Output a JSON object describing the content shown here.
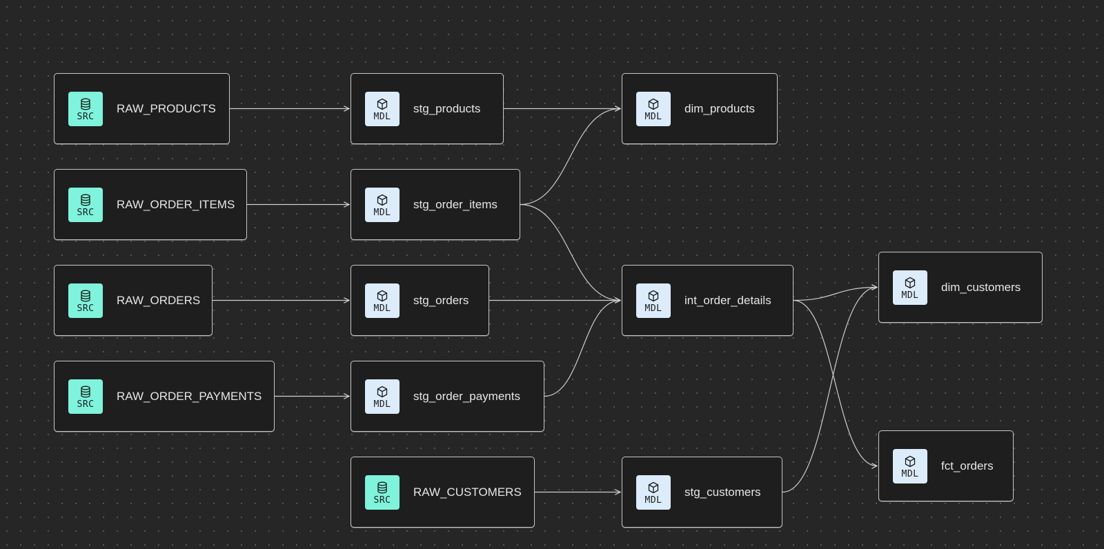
{
  "colors": {
    "background": "#262626",
    "node_fill": "#1e1e1e",
    "node_border": "#c8c8c8",
    "edge": "#cfcfcf",
    "src_badge": "#7ff3dc",
    "mdl_badge": "#dcecfb"
  },
  "badges": {
    "src": "SRC",
    "mdl": "MDL"
  },
  "icons": {
    "src": "database-icon",
    "mdl": "cube-icon"
  },
  "nodes": [
    {
      "id": "raw_products",
      "kind": "src",
      "label": "RAW_PRODUCTS"
    },
    {
      "id": "raw_order_items",
      "kind": "src",
      "label": "RAW_ORDER_ITEMS"
    },
    {
      "id": "raw_orders",
      "kind": "src",
      "label": "RAW_ORDERS"
    },
    {
      "id": "raw_order_payments",
      "kind": "src",
      "label": "RAW_ORDER_PAYMENTS"
    },
    {
      "id": "raw_customers",
      "kind": "src",
      "label": "RAW_CUSTOMERS"
    },
    {
      "id": "stg_products",
      "kind": "mdl",
      "label": "stg_products"
    },
    {
      "id": "stg_order_items",
      "kind": "mdl",
      "label": "stg_order_items"
    },
    {
      "id": "stg_orders",
      "kind": "mdl",
      "label": "stg_orders"
    },
    {
      "id": "stg_order_payments",
      "kind": "mdl",
      "label": "stg_order_payments"
    },
    {
      "id": "stg_customers",
      "kind": "mdl",
      "label": "stg_customers"
    },
    {
      "id": "dim_products",
      "kind": "mdl",
      "label": "dim_products"
    },
    {
      "id": "int_order_details",
      "kind": "mdl",
      "label": "int_order_details"
    },
    {
      "id": "dim_customers",
      "kind": "mdl",
      "label": "dim_customers"
    },
    {
      "id": "fct_orders",
      "kind": "mdl",
      "label": "fct_orders"
    }
  ],
  "edges": [
    [
      "raw_products",
      "stg_products"
    ],
    [
      "raw_order_items",
      "stg_order_items"
    ],
    [
      "raw_orders",
      "stg_orders"
    ],
    [
      "raw_order_payments",
      "stg_order_payments"
    ],
    [
      "raw_customers",
      "stg_customers"
    ],
    [
      "stg_products",
      "dim_products"
    ],
    [
      "stg_order_items",
      "dim_products"
    ],
    [
      "stg_order_items",
      "int_order_details"
    ],
    [
      "stg_orders",
      "int_order_details"
    ],
    [
      "stg_order_payments",
      "int_order_details"
    ],
    [
      "int_order_details",
      "dim_customers"
    ],
    [
      "int_order_details",
      "fct_orders"
    ],
    [
      "stg_customers",
      "dim_customers"
    ]
  ]
}
